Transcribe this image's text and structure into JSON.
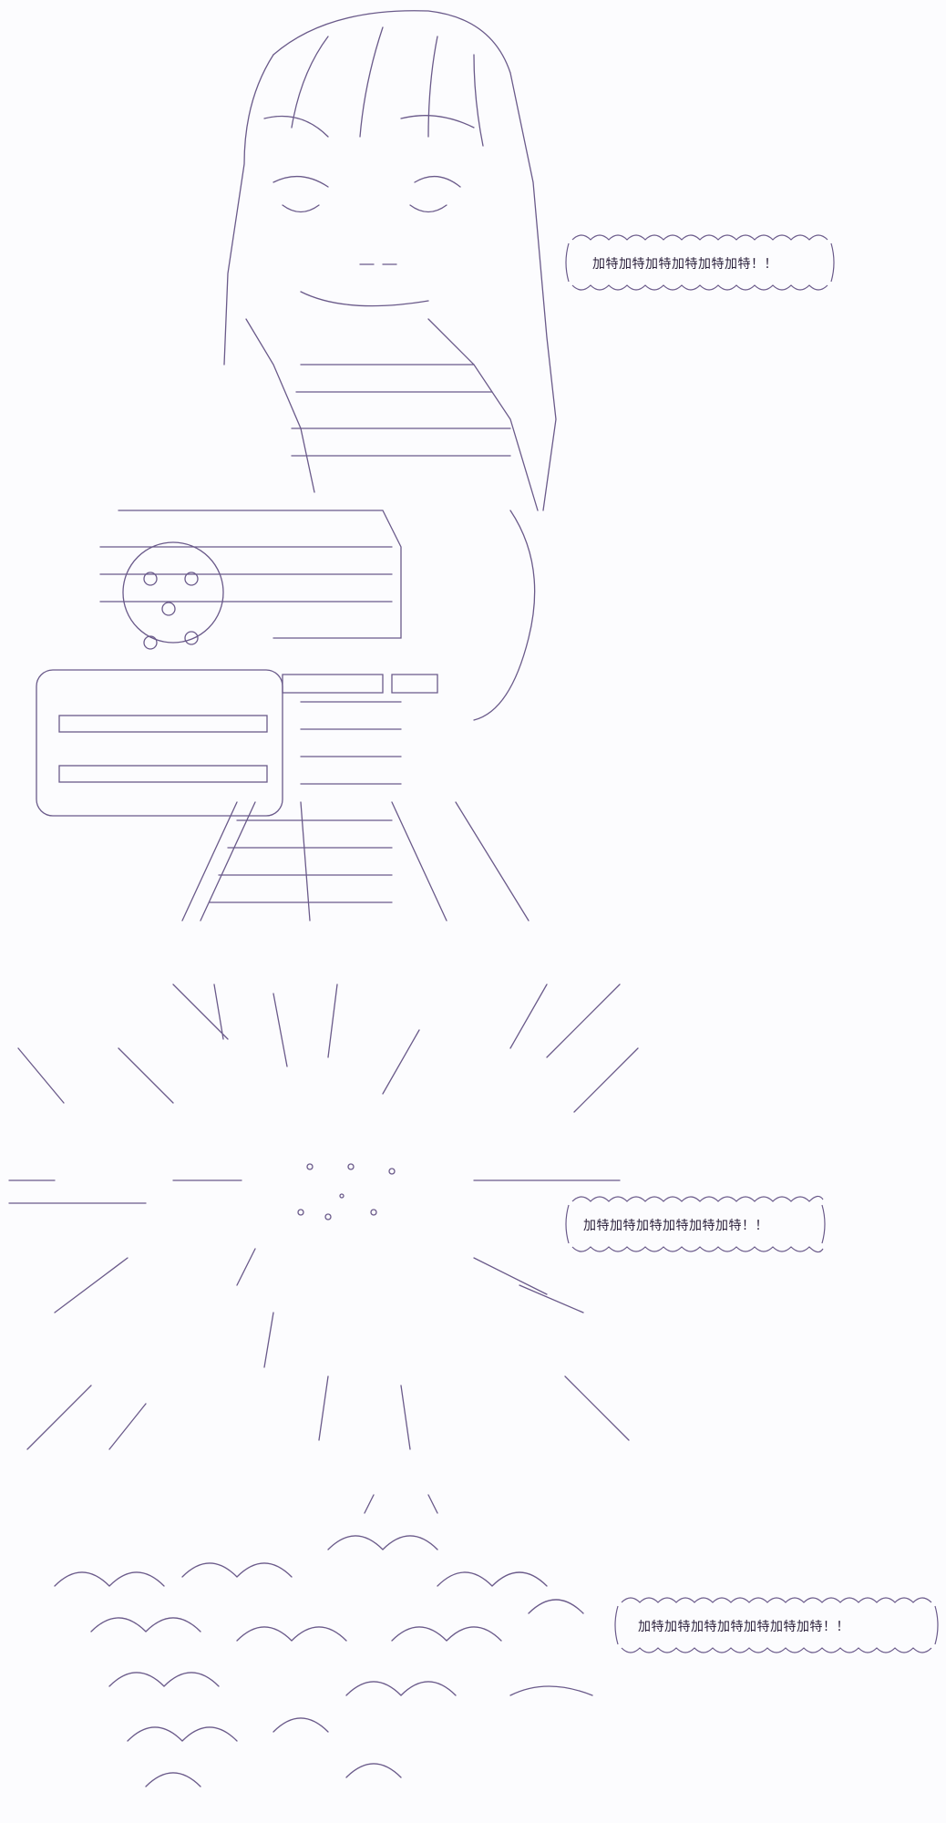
{
  "bubbles": [
    {
      "text": "加特加特加特加特加特加特！！"
    },
    {
      "text": "加特加特加特加特加特加特！！"
    },
    {
      "text": "加特加特加特加特加特加特加特！！"
    }
  ],
  "colors": {
    "line": "#6a5a8a",
    "text": "#2a1f3a",
    "background": "#fcfcfe"
  }
}
